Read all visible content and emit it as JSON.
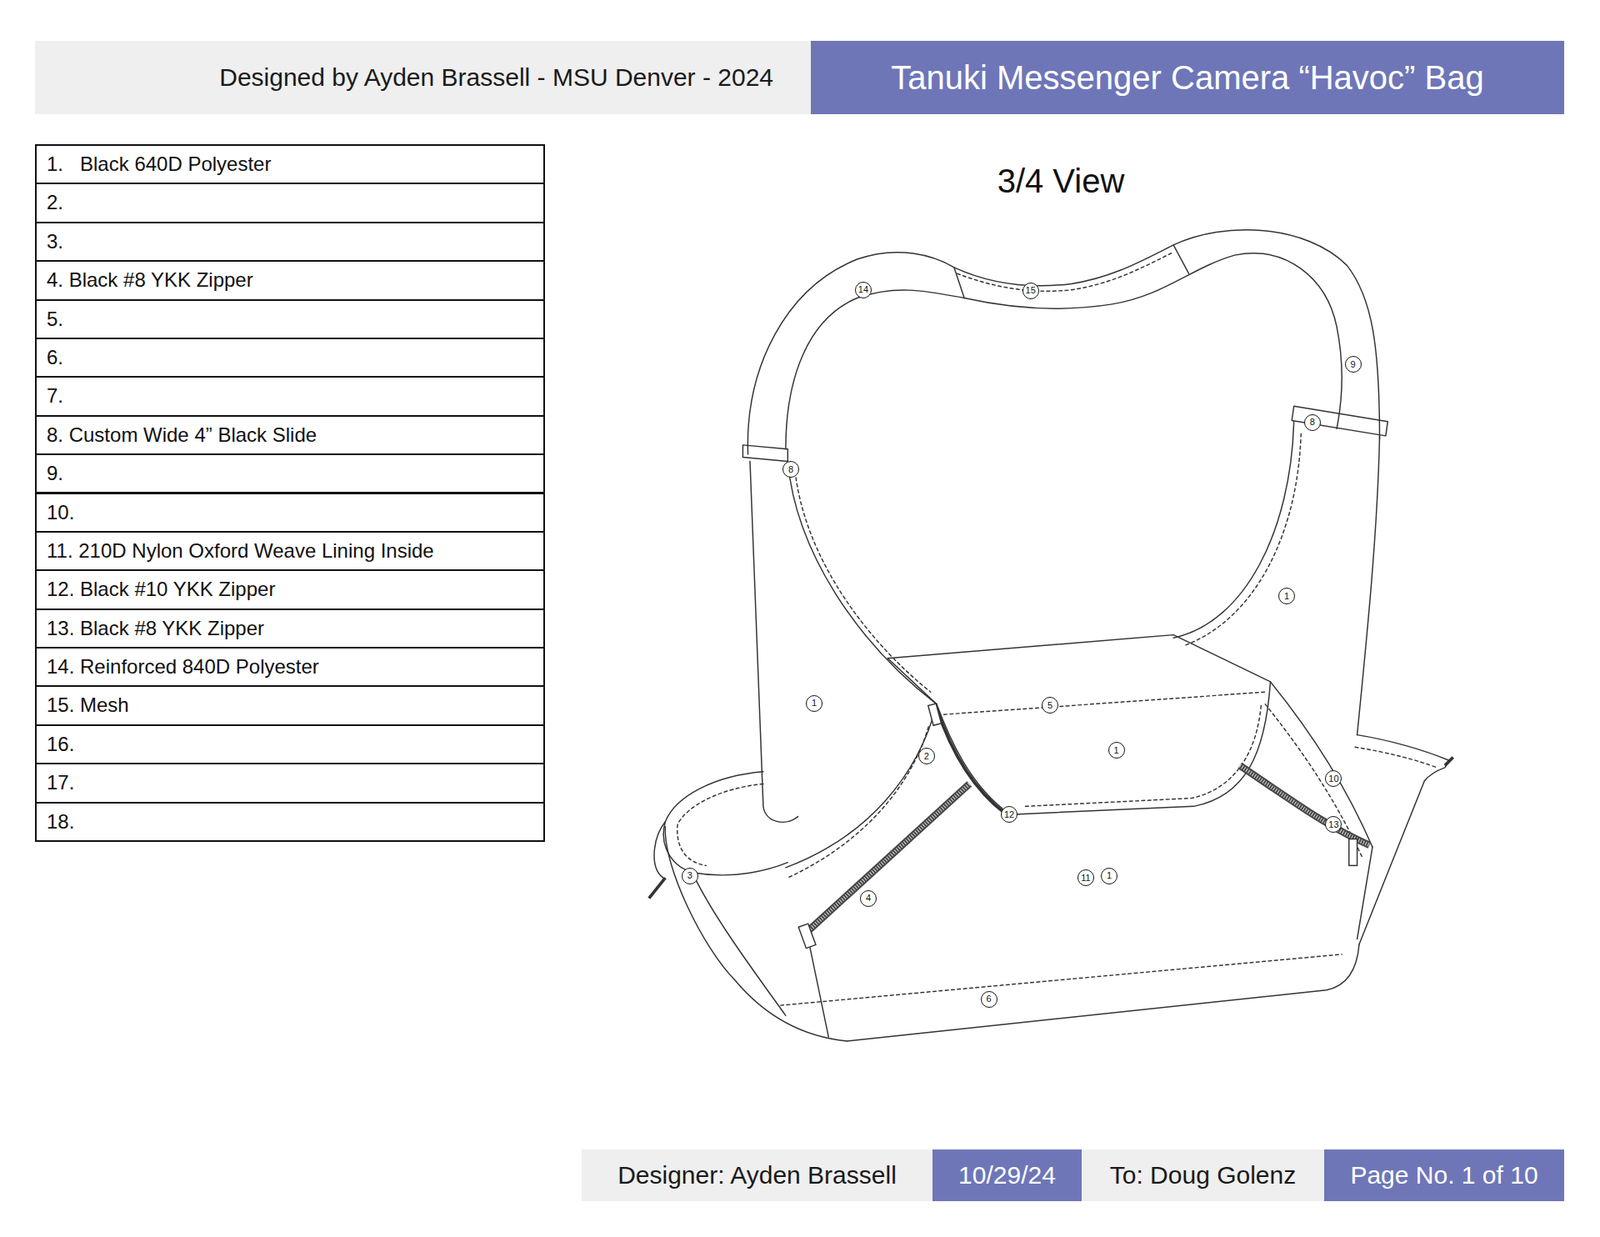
{
  "diagram": {
    "nodes": [
      {
        "text": [
          "Designed by Ayden Brassell - MSU Denver - 2024"
        ]
      },
      {
        "text": [
          "Tanuki Messenger Camera “Havoc” Bag"
        ]
      },
      {
        "text": [
          "14"
        ]
      },
      {
        "text": [
          "15"
        ]
      },
      {
        "text": [
          "9"
        ]
      },
      {
        "text": [
          "8"
        ]
      },
      {
        "text": [
          "8"
        ]
      },
      {
        "text": [
          "1"
        ]
      },
      {
        "text": [
          "1"
        ]
      },
      {
        "text": [
          "5"
        ]
      },
      {
        "text": [
          "1"
        ]
      },
      {
        "text": [
          "2"
        ]
      },
      {
        "text": [
          "10"
        ]
      },
      {
        "text": [
          "12"
        ]
      },
      {
        "text": [
          "13"
        ]
      },
      {
        "text": [
          "3"
        ]
      },
      {
        "text": [
          "11"
        ]
      },
      {
        "text": [
          "1"
        ]
      },
      {
        "text": [
          "4"
        ]
      },
      {
        "text": [
          "6"
        ]
      },
      {
        "text": [
          "Designer: Ayden Brassell"
        ]
      },
      {
        "text": [
          "10/29/24"
        ]
      },
      {
        "text": [
          "To: Doug Golenz"
        ]
      },
      {
        "text": [
          "Page No. 1 of 10"
        ]
      }
    ],
    "labels": [
      "1.   Black 640D Polyester",
      "2.",
      "3.",
      "4. Black #8 YKK Zipper",
      "5.",
      "6.",
      "7.",
      "8. Custom Wide 4” Black Slide",
      "9.",
      "10.",
      "11. 210D Nylon Oxford Weave Lining Inside",
      "12. Black #10 YKK Zipper",
      "13. Black #8 YKK Zipper",
      "14. Reinforced 840D Polyester",
      "15. Mesh",
      "16.",
      "17.",
      "18.",
      "3/4 View"
    ]
  }
}
